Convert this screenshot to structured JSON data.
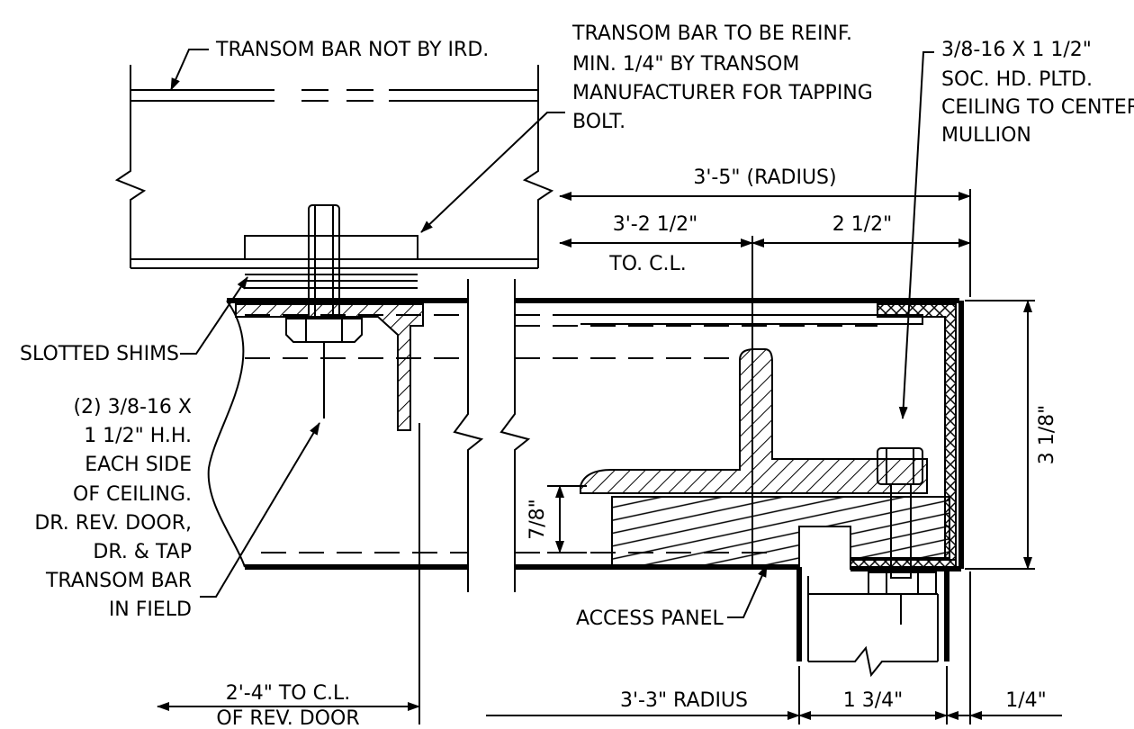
{
  "labels": {
    "transom_bar_not_by_ird": "TRANSOM BAR NOT BY IRD.",
    "reinf_line1": "TRANSOM BAR TO BE REINF.",
    "reinf_line2": "MIN. 1/4\" BY TRANSOM",
    "reinf_line3": "MANUFACTURER FOR TAPPING",
    "reinf_line4": "BOLT.",
    "screw_line1": "3/8-16 X 1 1/2\"",
    "screw_line2": "SOC. HD. PLTD.",
    "screw_line3": "CEILING TO CENTER",
    "screw_line4": "MULLION",
    "slotted_shims": "SLOTTED SHIMS",
    "bolt_line1": "(2) 3/8-16 X",
    "bolt_line2": "1 1/2\" H.H.",
    "bolt_line3": "EACH SIDE",
    "bolt_line4": "OF CEILING.",
    "bolt_line5": "DR. REV. DOOR,",
    "bolt_line6": "DR. & TAP",
    "bolt_line7": "TRANSOM BAR",
    "bolt_line8": "IN FIELD",
    "access_panel": "ACCESS PANEL"
  },
  "dimensions": {
    "radius_outer": "3'-5\" (RADIUS)",
    "to_cl": "3'-2 1/2\"",
    "to_cl_sub": "TO. C.L.",
    "offset": "2 1/2\"",
    "height": "3 1/8\"",
    "depth": "7/8\"",
    "door_cl_line1": "2'-4\" TO C.L.",
    "door_cl_line2": "OF REV. DOOR",
    "radius_inner": "3'-3\" RADIUS",
    "mullion_width": "1 3/4\"",
    "gap": "1/4\""
  }
}
